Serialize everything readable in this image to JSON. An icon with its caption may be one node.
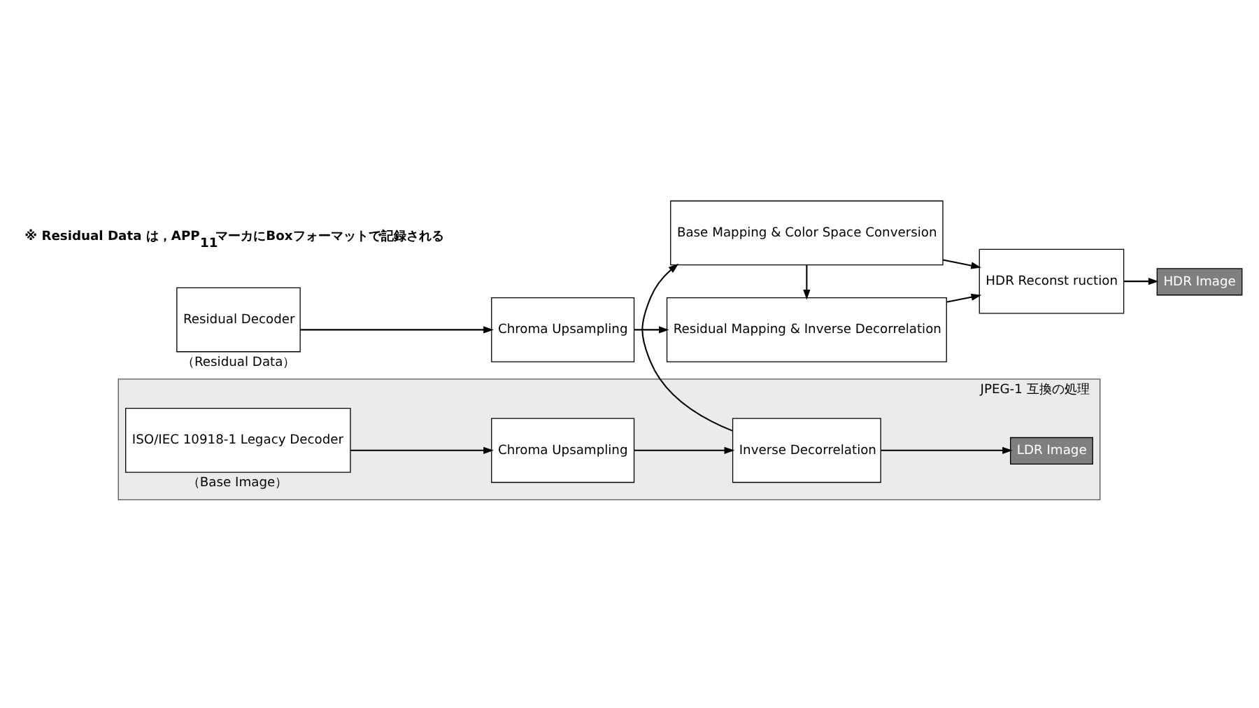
{
  "diagram": {
    "nodes": [
      {
        "text": [
          "JPEG-1 互換の処理"
        ]
      },
      {
        "text": [
          "ISO/IEC 10918-1 Legacy Decoder"
        ],
        "beside": [
          "（Base Image）"
        ],
        "in": 0
      },
      {
        "text": [
          "Chroma Upsampling"
        ],
        "in": 0
      },
      {
        "text": [
          "Inverse Decorrelation"
        ],
        "in": 0
      },
      {
        "text": [
          "LDR Image"
        ],
        "in": 0
      },
      {
        "text": [
          "Base Mapping & Color Space Conversion"
        ]
      },
      {
        "text": [
          "HDR Reconst ruction"
        ]
      },
      {
        "text": [
          "HDR Image"
        ]
      },
      {
        "text": [
          "Residual Decoder"
        ],
        "beside": [
          "（Residual Data）"
        ]
      },
      {
        "text": [
          "Chroma Upsampling"
        ]
      },
      {
        "text": [
          "Residual Mapping & Inverse Decorrelation"
        ]
      }
    ],
    "edges": [
      {
        "from": 1,
        "to": 2,
        "arrow": "to"
      },
      {
        "from": 2,
        "to": 3,
        "arrow": "to"
      },
      {
        "from": 3,
        "to": 4,
        "arrow": "to"
      },
      {
        "from": 3,
        "to": 5,
        "arrow": "to"
      },
      {
        "from": 5,
        "to": 6,
        "arrow": "to"
      },
      {
        "from": 6,
        "to": 7,
        "arrow": "to"
      },
      {
        "from": 5,
        "to": 10,
        "arrow": "to"
      },
      {
        "from": 8,
        "to": 9,
        "arrow": "to"
      },
      {
        "from": 9,
        "to": 10,
        "arrow": "to"
      },
      {
        "from": 10,
        "to": 6,
        "arrow": "to"
      }
    ],
    "labels": [
      "※ Residual Data は，APP$_{11}$マーカにBoxフォーマットで記録される"
    ]
  }
}
